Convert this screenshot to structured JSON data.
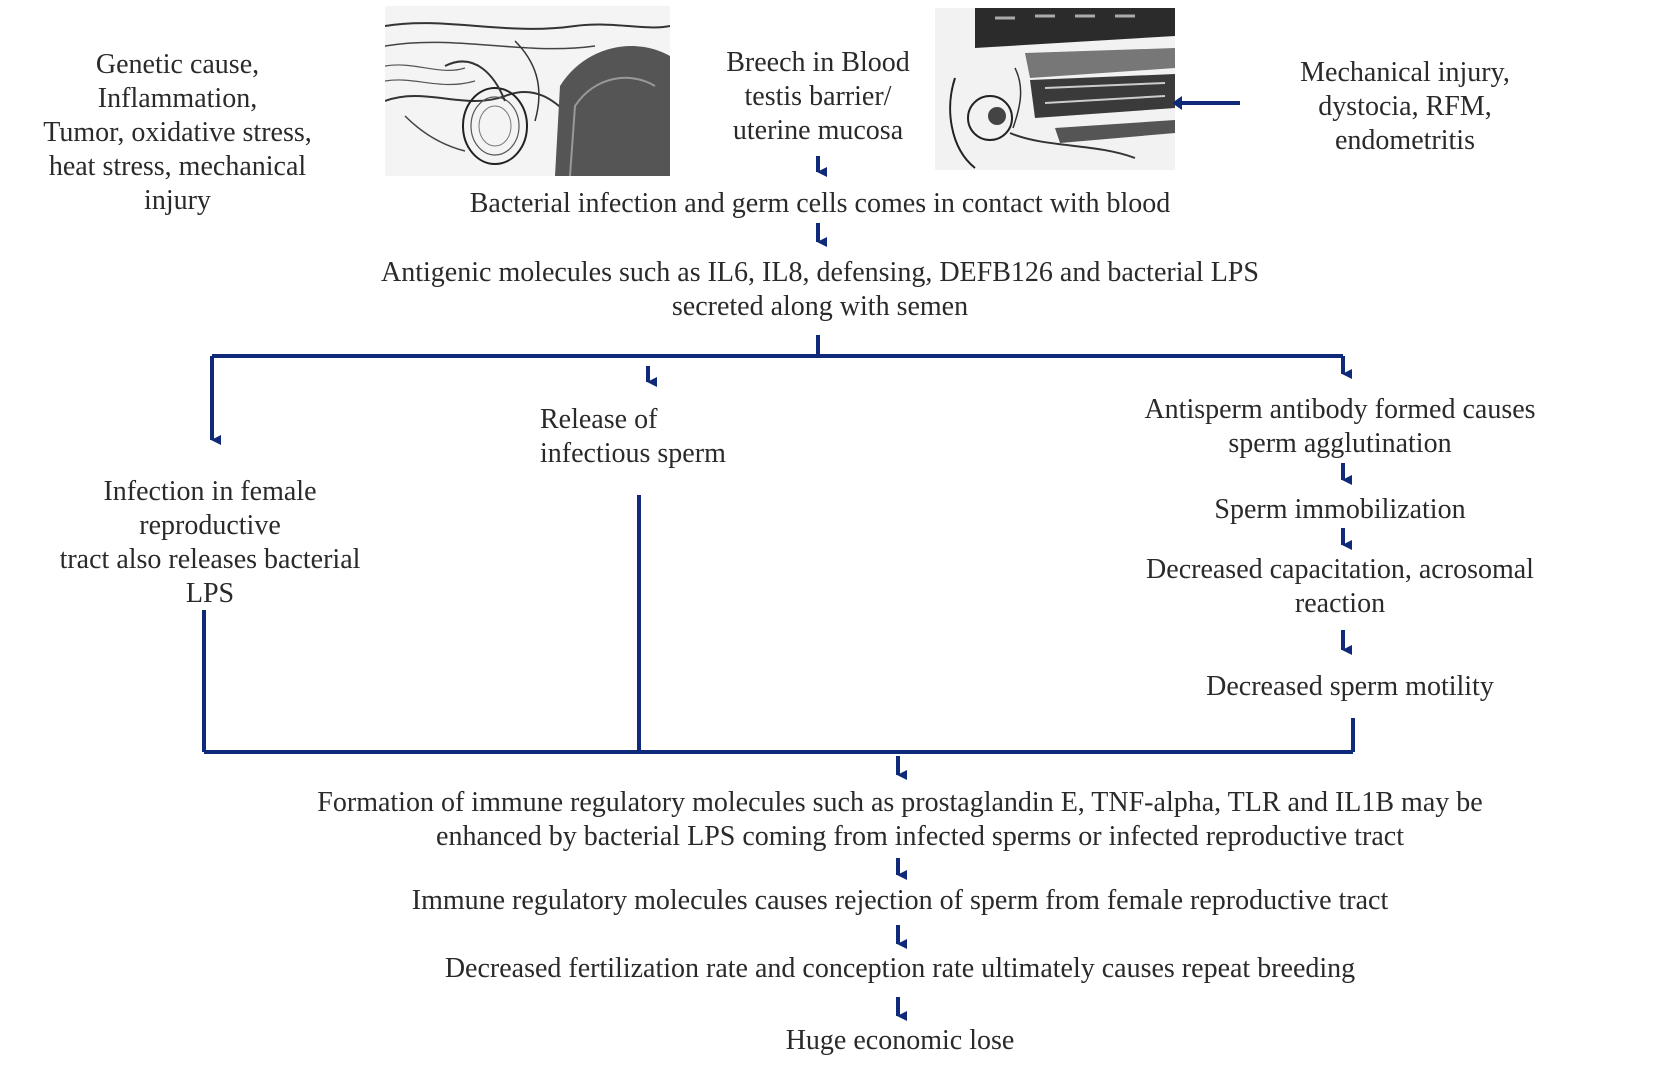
{
  "colors": {
    "line": "#0e2a78",
    "text": "#2a2a2a",
    "background": "#ffffff"
  },
  "causes_left": [
    "Genetic cause,",
    "Inflammation,",
    "Tumor, oxidative stress,",
    "heat stress, mechanical",
    "injury"
  ],
  "breech": [
    "Breech in Blood",
    "testis barrier/",
    "uterine mucosa"
  ],
  "causes_right": [
    "Mechanical injury,",
    "dystocia, RFM,",
    "endometritis"
  ],
  "illustrations": {
    "left": "male-reproductive-tract-illustration",
    "right": "female-reproductive-tract-illustration"
  },
  "steps": {
    "bacterial_infection": "Bacterial infection and germ cells comes in contact with blood",
    "antigenic_molecules": [
      "Antigenic molecules such as  IL6, IL8, defensing, DEFB126 and bacterial  LPS",
      "secreted along with semen"
    ],
    "infection_female": [
      "Infection in female",
      "reproductive",
      "tract also releases bacterial",
      "LPS"
    ],
    "release_sperm": [
      "Release of",
      "infectious sperm"
    ],
    "antisperm": [
      "Antisperm antibody formed  causes",
      "sperm agglutination"
    ],
    "immobilization": "Sperm immobilization",
    "capacitation": [
      "Decreased capacitation,  acrosomal",
      "reaction"
    ],
    "motility": "Decreased sperm motility",
    "immune_formation": [
      "Formation of immune regulatory molecules such as prostaglandin E, TNF-alpha, TLR and IL1B may be",
      "enhanced by bacterial LPS coming from  infected sperms or infected reproductive tract"
    ],
    "rejection": "Immune regulatory molecules causes rejection of sperm from female reproductive tract",
    "fertilization": "Decreased fertilization rate and conception rate ultimately causes repeat breeding",
    "economic": "Huge economic lose"
  }
}
